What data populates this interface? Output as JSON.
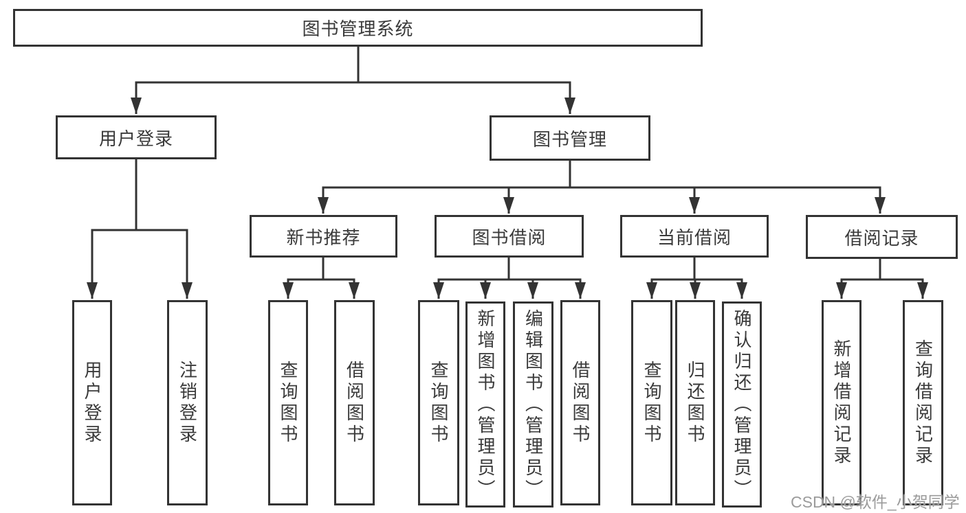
{
  "diagram": {
    "tree": {
      "label": "图书管理系统",
      "children": [
        {
          "label": "用户登录",
          "children": [
            {
              "label": "用户登录"
            },
            {
              "label": "注销登录"
            }
          ]
        },
        {
          "label": "图书管理",
          "children": [
            {
              "label": "新书推荐",
              "children": [
                {
                  "label": "查询图书"
                },
                {
                  "label": "借阅图书"
                }
              ]
            },
            {
              "label": "图书借阅",
              "children": [
                {
                  "label": "查询图书"
                },
                {
                  "label": "新增图书（管理员）"
                },
                {
                  "label": "编辑图书（管理员）"
                },
                {
                  "label": "借阅图书"
                }
              ]
            },
            {
              "label": "当前借阅",
              "children": [
                {
                  "label": "查询图书"
                },
                {
                  "label": "归还图书"
                },
                {
                  "label": "确认归还（管理员）"
                }
              ]
            },
            {
              "label": "借阅记录",
              "children": [
                {
                  "label": "新增借阅记录"
                },
                {
                  "label": "查询借阅记录"
                }
              ]
            }
          ]
        }
      ]
    },
    "watermark": "CSDN @软件_小贺同学",
    "colors": {
      "line": "#333333",
      "box_border": "#333333",
      "box_fill": "#ffffff",
      "text": "#3a3a3a",
      "watermark": "#9b9b9b"
    }
  }
}
